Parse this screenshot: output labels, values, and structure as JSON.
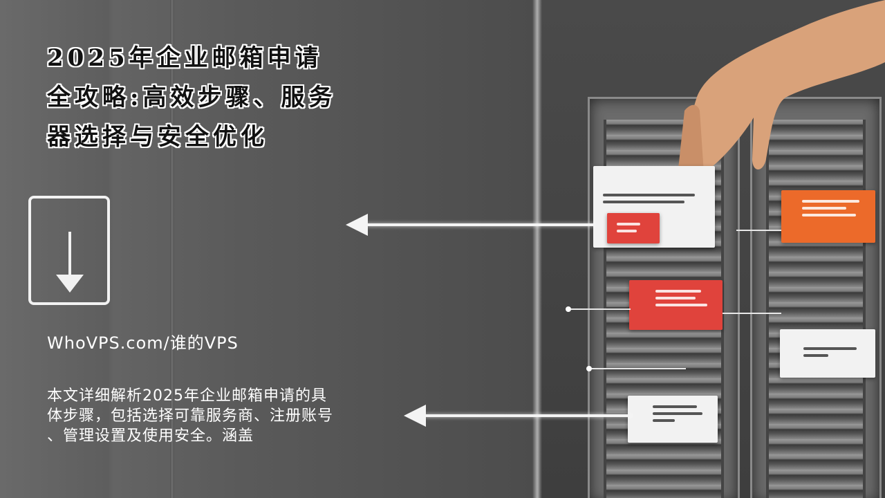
{
  "title": {
    "line1": "2025年企业邮箱申请",
    "line2": "全攻略:高效步骤、服务",
    "line3": "器选择与安全优化"
  },
  "brand": "WhoVPS.com/谁的VPS",
  "description": {
    "line1": "本文详细解析2025年企业邮箱申请的具",
    "line2": "体步骤，包括选择可靠服务商、注册账号",
    "line3": "、管理设置及使用安全。涵盖"
  },
  "icons": {
    "download": "download-arrow-icon"
  },
  "colors": {
    "title_text": "#111111",
    "title_outline": "#ffffff",
    "tag_red": "#e0433c",
    "tag_orange": "#ec6a2a",
    "tag_white": "#f2f2f2"
  }
}
